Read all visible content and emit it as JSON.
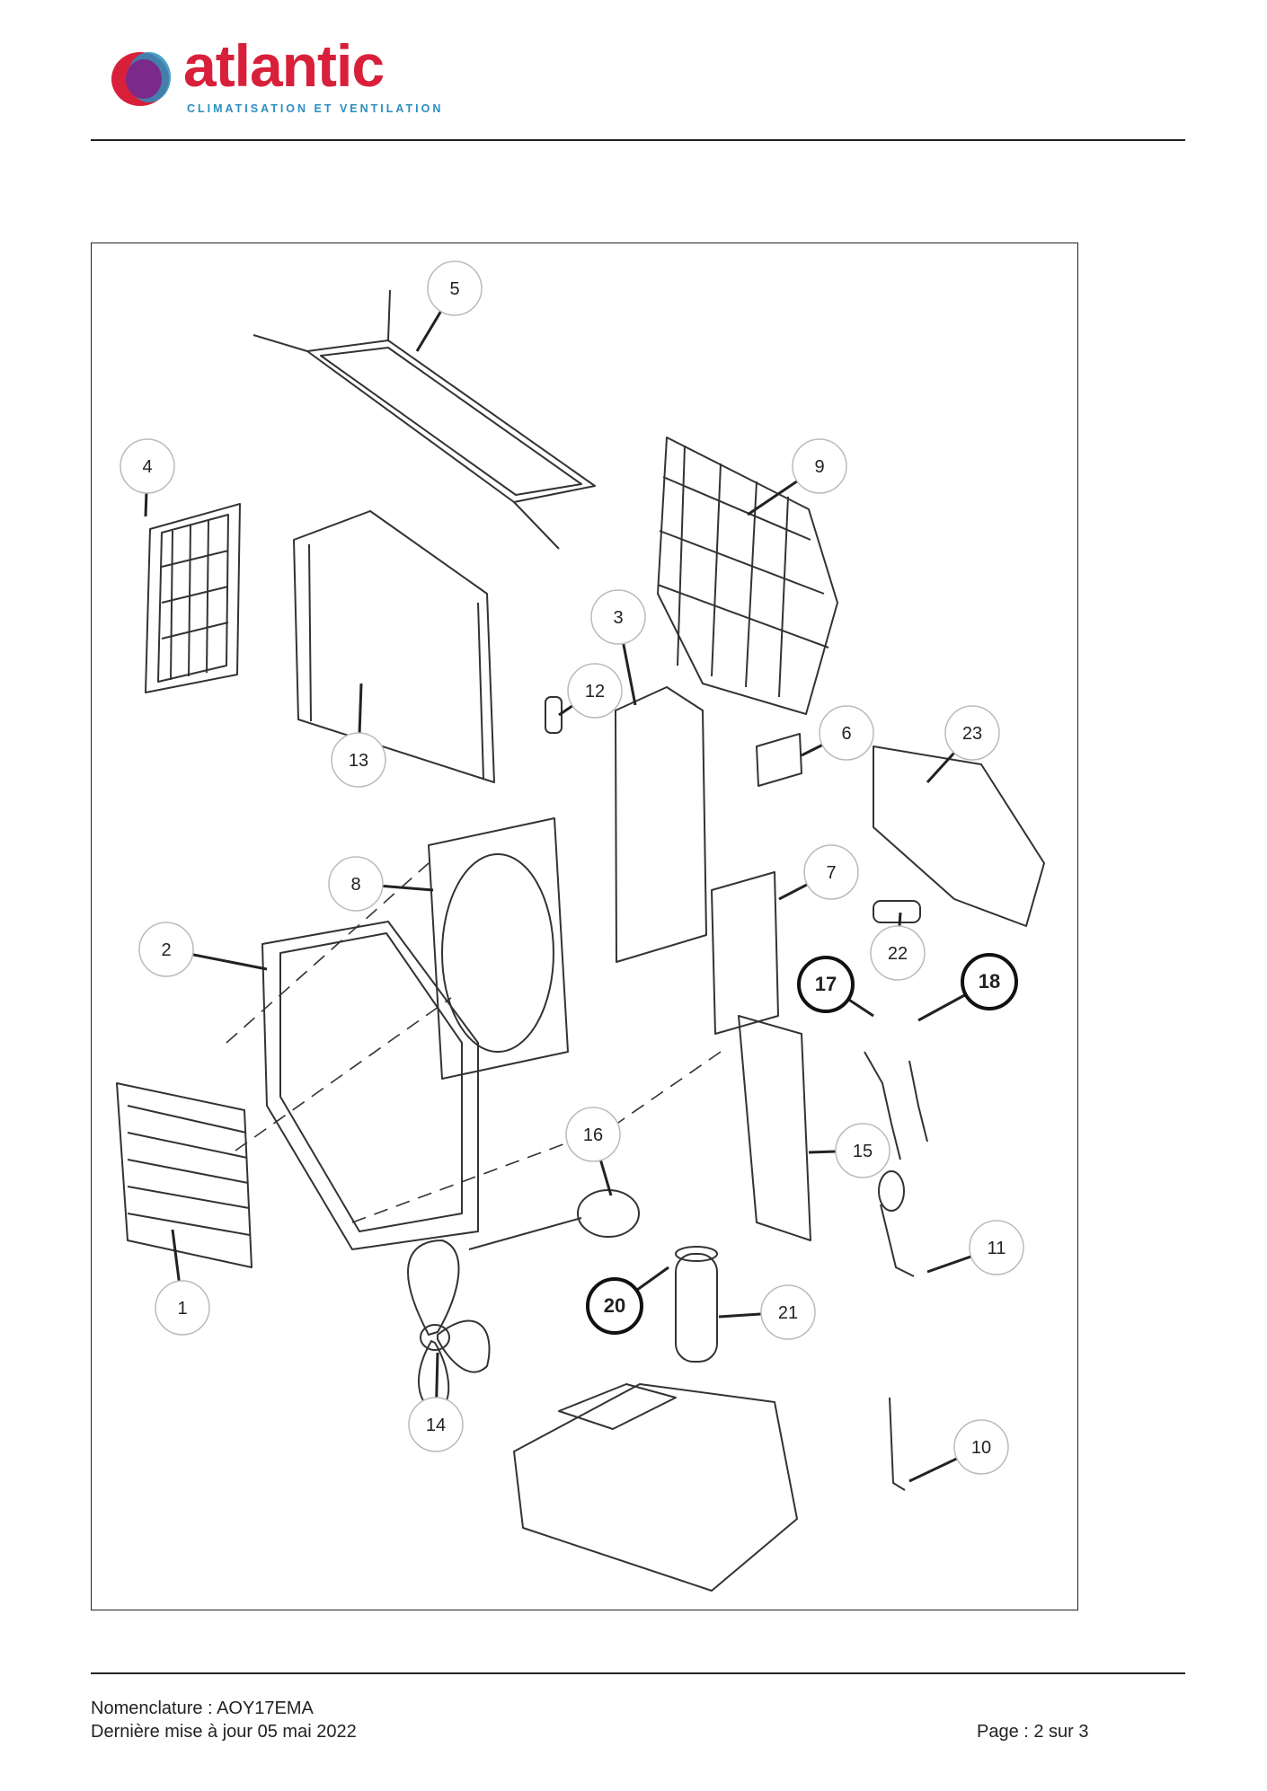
{
  "brand": {
    "name": "atlantic",
    "tagline": "CLIMATISATION ET VENTILATION"
  },
  "colors": {
    "brand_red": "#d8203a",
    "brand_purple": "#7b2a8c",
    "brand_blue": "#2a8fc0",
    "line": "#222222"
  },
  "diagram": {
    "callouts": [
      {
        "label": "5",
        "bold": false
      },
      {
        "label": "4",
        "bold": false
      },
      {
        "label": "9",
        "bold": false
      },
      {
        "label": "3",
        "bold": false
      },
      {
        "label": "12",
        "bold": false
      },
      {
        "label": "13",
        "bold": false
      },
      {
        "label": "6",
        "bold": false
      },
      {
        "label": "23",
        "bold": false
      },
      {
        "label": "8",
        "bold": false
      },
      {
        "label": "7",
        "bold": false
      },
      {
        "label": "2",
        "bold": false
      },
      {
        "label": "22",
        "bold": false
      },
      {
        "label": "17",
        "bold": true
      },
      {
        "label": "18",
        "bold": true
      },
      {
        "label": "16",
        "bold": false
      },
      {
        "label": "15",
        "bold": false
      },
      {
        "label": "11",
        "bold": false
      },
      {
        "label": "1",
        "bold": false
      },
      {
        "label": "20",
        "bold": true
      },
      {
        "label": "21",
        "bold": false
      },
      {
        "label": "14",
        "bold": false
      },
      {
        "label": "10",
        "bold": false
      }
    ]
  },
  "footer": {
    "nomenclature": "Nomenclature : AOY17EMA",
    "updated": "Dernière mise à jour 05 mai 2022",
    "page": "Page : 2 sur 3"
  }
}
